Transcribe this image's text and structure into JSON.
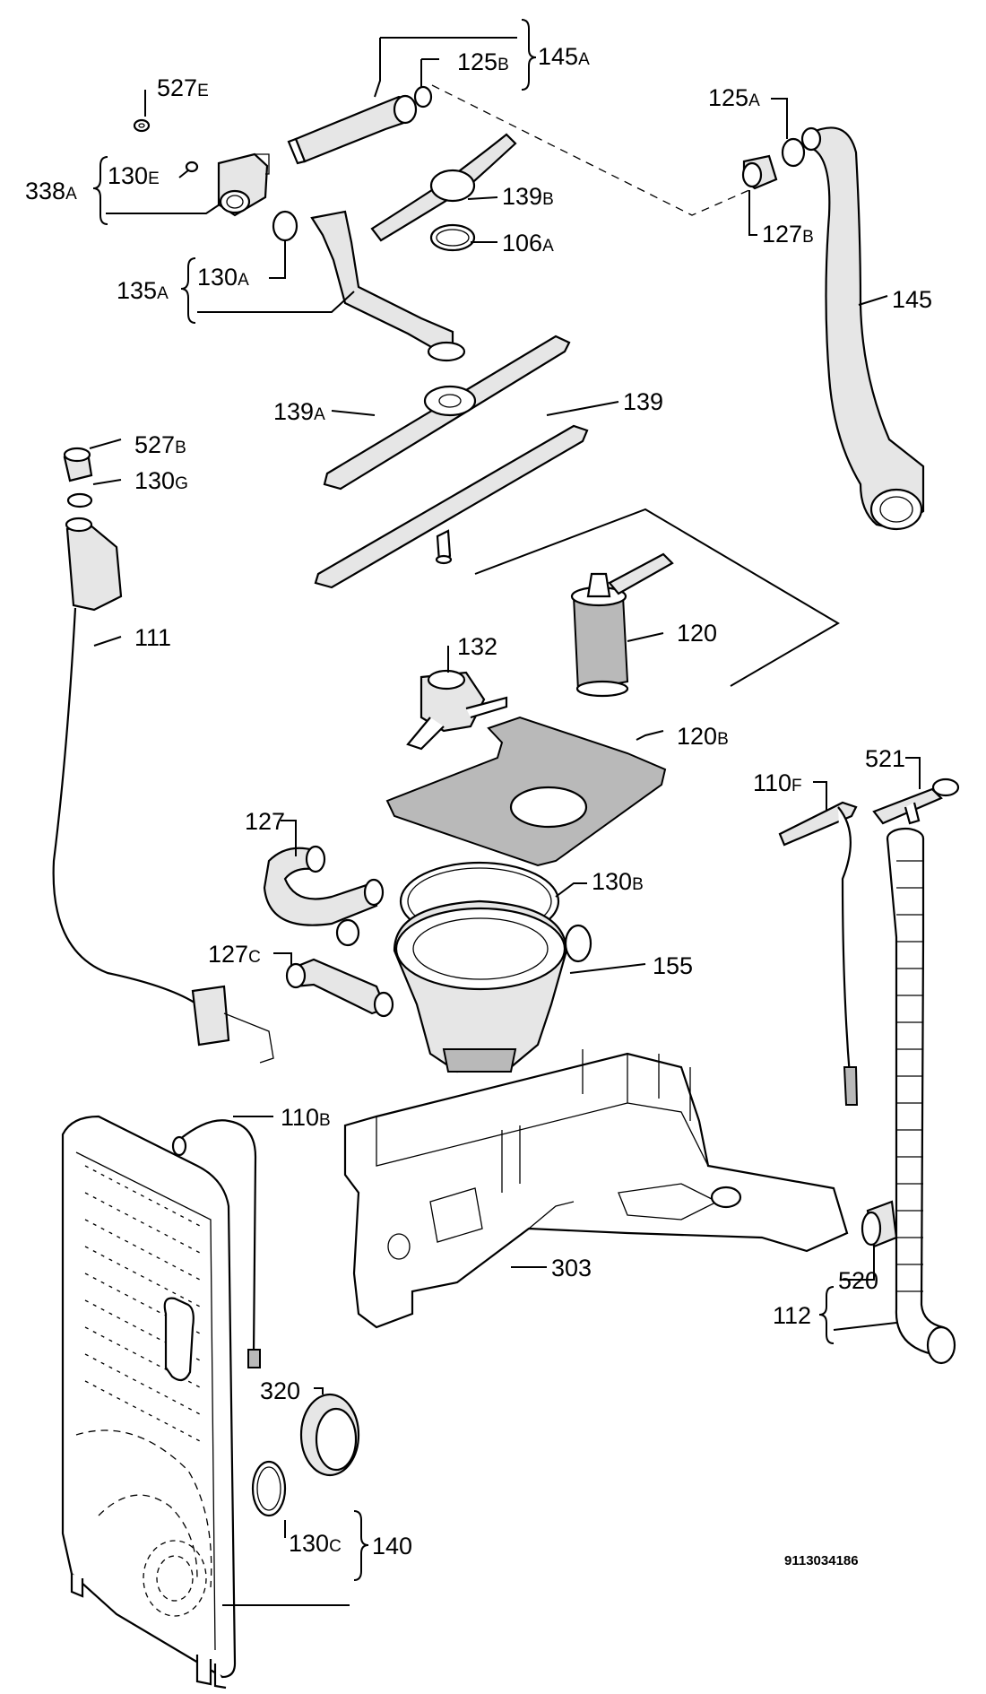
{
  "document_number": "9113034186",
  "labels": {
    "l145a": {
      "main": "145",
      "sub": "A"
    },
    "l125b": {
      "main": "125",
      "sub": "B"
    },
    "l527e": {
      "main": "527",
      "sub": "E"
    },
    "l338a": {
      "main": "338",
      "sub": "A"
    },
    "l130e": {
      "main": "130",
      "sub": "E"
    },
    "l139b": {
      "main": "139",
      "sub": "B"
    },
    "l106a": {
      "main": "106",
      "sub": "A"
    },
    "l135a": {
      "main": "135",
      "sub": "A"
    },
    "l130a": {
      "main": "130",
      "sub": "A"
    },
    "l125a": {
      "main": "125",
      "sub": "A"
    },
    "l127b": {
      "main": "127",
      "sub": "B"
    },
    "l145": {
      "main": "145",
      "sub": ""
    },
    "l139a": {
      "main": "139",
      "sub": "A"
    },
    "l139": {
      "main": "139",
      "sub": ""
    },
    "l527b": {
      "main": "527",
      "sub": "B"
    },
    "l130g": {
      "main": "130",
      "sub": "G"
    },
    "l111": {
      "main": "111",
      "sub": ""
    },
    "l132": {
      "main": "132",
      "sub": ""
    },
    "l120": {
      "main": "120",
      "sub": ""
    },
    "l120b": {
      "main": "120",
      "sub": "B"
    },
    "l110f": {
      "main": "110",
      "sub": "F"
    },
    "l521": {
      "main": "521",
      "sub": ""
    },
    "l127": {
      "main": "127",
      "sub": ""
    },
    "l130b": {
      "main": "130",
      "sub": "B"
    },
    "l127c": {
      "main": "127",
      "sub": "C"
    },
    "l155": {
      "main": "155",
      "sub": ""
    },
    "l110b": {
      "main": "110",
      "sub": "B"
    },
    "l303": {
      "main": "303",
      "sub": ""
    },
    "l112": {
      "main": "112",
      "sub": ""
    },
    "l520": {
      "main": "520",
      "sub": ""
    },
    "l320": {
      "main": "320",
      "sub": ""
    },
    "l130c": {
      "main": "130",
      "sub": "C"
    },
    "l140": {
      "main": "140",
      "sub": ""
    }
  }
}
